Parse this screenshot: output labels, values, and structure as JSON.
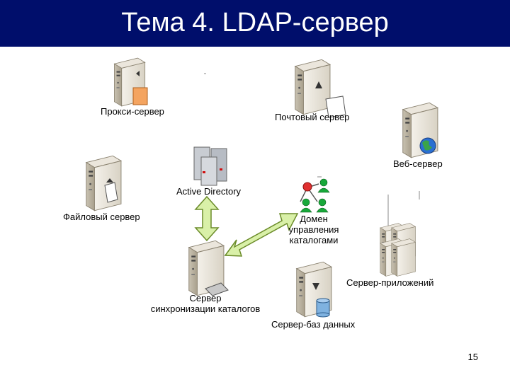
{
  "slide": {
    "title": "Тема 4. LDAP-сервер",
    "page_number": "15"
  },
  "nodes": {
    "proxy": "Прокси-сервер",
    "mail": "Почтовый сервер",
    "web": "Веб-сервер",
    "ad": "Active Directory",
    "file": "Файловый сервер",
    "domain_line1": "Домен",
    "domain_line2": "управления",
    "domain_line3": "каталогами",
    "sync_line1": "Сервер",
    "sync_line2": "синхронизации каталогов",
    "app": "Сервер-приложений",
    "db": "Сервер-баз данных"
  },
  "colors": {
    "title_bg": "#000e6b",
    "arrow_fill": "#d9f0a8",
    "arrow_stroke": "#6b8c2a"
  }
}
